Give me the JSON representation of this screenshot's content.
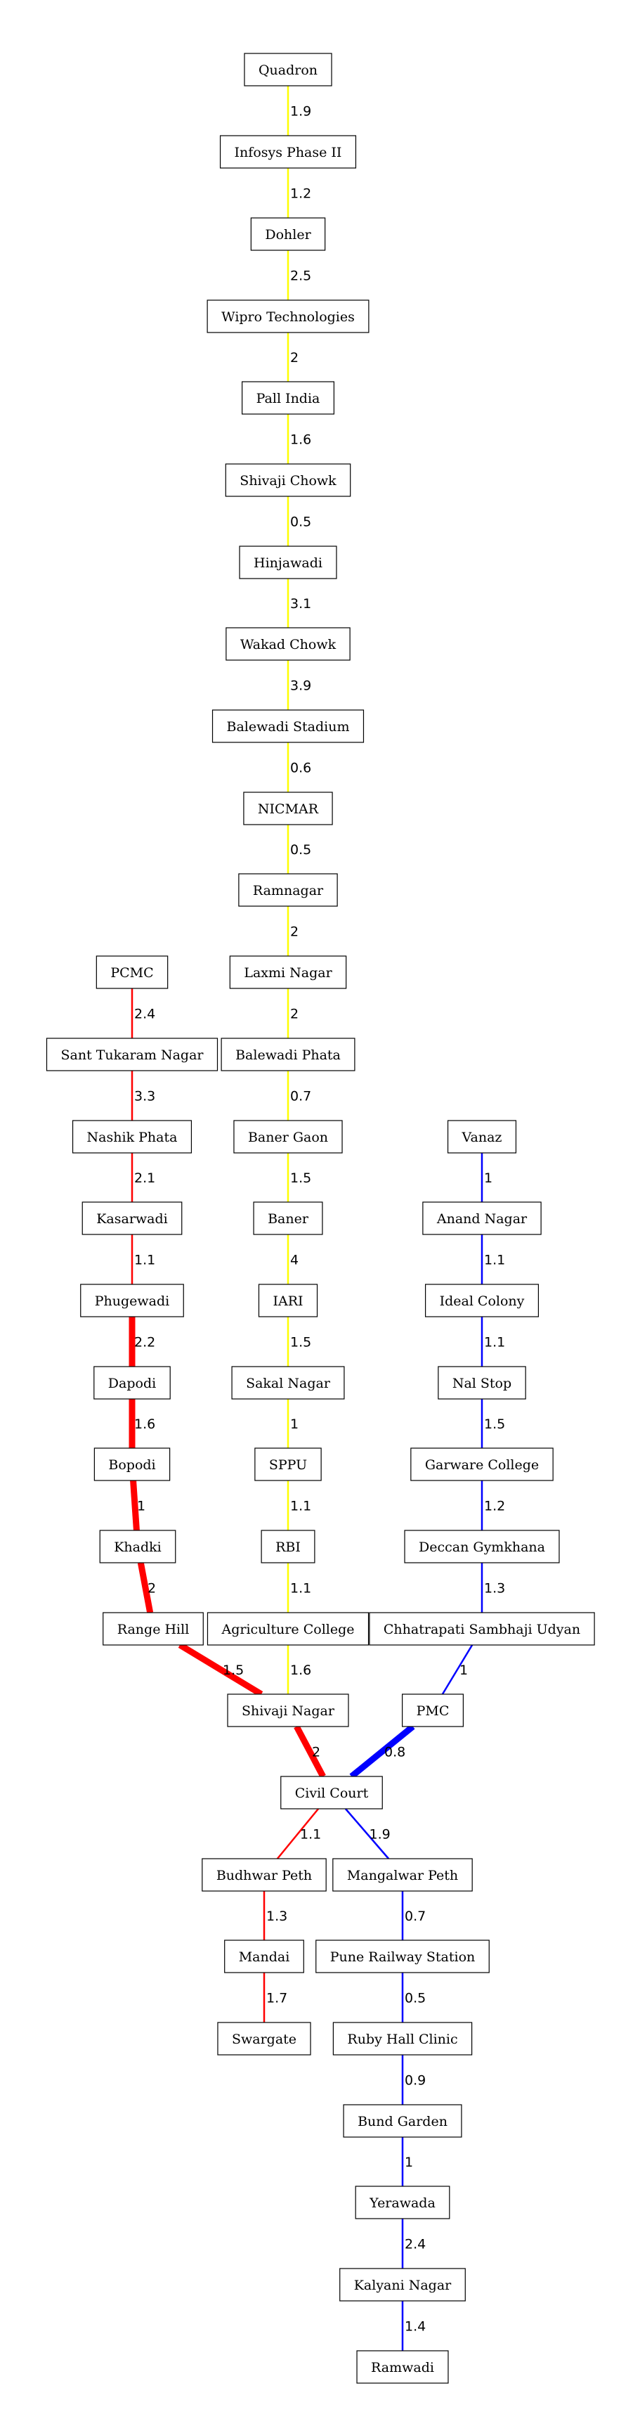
{
  "lines": [
    {
      "name": "",
      "color": "#ffff00"
    },
    {
      "name": "",
      "color": "#ff0000"
    },
    {
      "name": "",
      "color": "#0000ff"
    }
  ],
  "stations": [
    {
      "id": "quadron",
      "label": "Quadron"
    },
    {
      "id": "infosys",
      "label": "Infosys Phase II"
    },
    {
      "id": "dohler",
      "label": "Dohler"
    },
    {
      "id": "wipro",
      "label": "Wipro Technologies"
    },
    {
      "id": "pall",
      "label": "Pall India"
    },
    {
      "id": "shivajichowk",
      "label": "Shivaji Chowk"
    },
    {
      "id": "hinjawadi",
      "label": "Hinjawadi"
    },
    {
      "id": "wakad",
      "label": "Wakad Chowk"
    },
    {
      "id": "balewadistadium",
      "label": "Balewadi Stadium"
    },
    {
      "id": "nicmar",
      "label": "NICMAR"
    },
    {
      "id": "ramnagar",
      "label": "Ramnagar"
    },
    {
      "id": "laxmi",
      "label": "Laxmi Nagar"
    },
    {
      "id": "balewadiphata",
      "label": "Balewadi Phata"
    },
    {
      "id": "banergaon",
      "label": "Baner Gaon"
    },
    {
      "id": "baner",
      "label": "Baner"
    },
    {
      "id": "iari",
      "label": "IARI"
    },
    {
      "id": "sakal",
      "label": "Sakal Nagar"
    },
    {
      "id": "sppu",
      "label": "SPPU"
    },
    {
      "id": "rbi",
      "label": "RBI"
    },
    {
      "id": "agri",
      "label": "Agriculture College"
    },
    {
      "id": "shivajinagar",
      "label": "Shivaji Nagar"
    },
    {
      "id": "pcmc",
      "label": "PCMC"
    },
    {
      "id": "santtukaram",
      "label": "Sant Tukaram Nagar"
    },
    {
      "id": "nashik",
      "label": "Nashik Phata"
    },
    {
      "id": "kasarwadi",
      "label": "Kasarwadi"
    },
    {
      "id": "phugewadi",
      "label": "Phugewadi"
    },
    {
      "id": "dapodi",
      "label": "Dapodi"
    },
    {
      "id": "bopodi",
      "label": "Bopodi"
    },
    {
      "id": "khadki",
      "label": "Khadki"
    },
    {
      "id": "rangehill",
      "label": "Range Hill"
    },
    {
      "id": "vanaz",
      "label": "Vanaz"
    },
    {
      "id": "anand",
      "label": "Anand Nagar"
    },
    {
      "id": "ideal",
      "label": "Ideal Colony"
    },
    {
      "id": "nalstop",
      "label": "Nal Stop"
    },
    {
      "id": "garware",
      "label": "Garware College"
    },
    {
      "id": "deccan",
      "label": "Deccan Gymkhana"
    },
    {
      "id": "sambhaji",
      "label": "Chhatrapati Sambhaji Udyan"
    },
    {
      "id": "pmc",
      "label": "PMC"
    },
    {
      "id": "civil",
      "label": "Civil Court"
    },
    {
      "id": "budhwar",
      "label": "Budhwar Peth"
    },
    {
      "id": "mandai",
      "label": "Mandai"
    },
    {
      "id": "swargate",
      "label": "Swargate"
    },
    {
      "id": "mangalwar",
      "label": "Mangalwar Peth"
    },
    {
      "id": "railway",
      "label": "Pune Railway Station"
    },
    {
      "id": "rubyhall",
      "label": "Ruby Hall Clinic"
    },
    {
      "id": "bundgarden",
      "label": "Bund Garden"
    },
    {
      "id": "yerawada",
      "label": "Yerawada"
    },
    {
      "id": "kalyani",
      "label": "Kalyani Nagar"
    },
    {
      "id": "ramwadi",
      "label": "Ramwadi"
    }
  ],
  "edges": [
    {
      "from": "quadron",
      "to": "infosys",
      "distance": "1.9",
      "line": 0,
      "weight": "normal"
    },
    {
      "from": "infosys",
      "to": "dohler",
      "distance": "1.2",
      "line": 0,
      "weight": "normal"
    },
    {
      "from": "dohler",
      "to": "wipro",
      "distance": "2.5",
      "line": 0,
      "weight": "normal"
    },
    {
      "from": "wipro",
      "to": "pall",
      "distance": "2",
      "line": 0,
      "weight": "normal"
    },
    {
      "from": "pall",
      "to": "shivajichowk",
      "distance": "1.6",
      "line": 0,
      "weight": "normal"
    },
    {
      "from": "shivajichowk",
      "to": "hinjawadi",
      "distance": "0.5",
      "line": 0,
      "weight": "normal"
    },
    {
      "from": "hinjawadi",
      "to": "wakad",
      "distance": "3.1",
      "line": 0,
      "weight": "normal"
    },
    {
      "from": "wakad",
      "to": "balewadistadium",
      "distance": "3.9",
      "line": 0,
      "weight": "normal"
    },
    {
      "from": "balewadistadium",
      "to": "nicmar",
      "distance": "0.6",
      "line": 0,
      "weight": "normal"
    },
    {
      "from": "nicmar",
      "to": "ramnagar",
      "distance": "0.5",
      "line": 0,
      "weight": "normal"
    },
    {
      "from": "ramnagar",
      "to": "laxmi",
      "distance": "2",
      "line": 0,
      "weight": "normal"
    },
    {
      "from": "laxmi",
      "to": "balewadiphata",
      "distance": "2",
      "line": 0,
      "weight": "normal"
    },
    {
      "from": "balewadiphata",
      "to": "banergaon",
      "distance": "0.7",
      "line": 0,
      "weight": "normal"
    },
    {
      "from": "banergaon",
      "to": "baner",
      "distance": "1.5",
      "line": 0,
      "weight": "normal"
    },
    {
      "from": "baner",
      "to": "iari",
      "distance": "4",
      "line": 0,
      "weight": "normal"
    },
    {
      "from": "iari",
      "to": "sakal",
      "distance": "1.5",
      "line": 0,
      "weight": "normal"
    },
    {
      "from": "sakal",
      "to": "sppu",
      "distance": "1",
      "line": 0,
      "weight": "normal"
    },
    {
      "from": "sppu",
      "to": "rbi",
      "distance": "1.1",
      "line": 0,
      "weight": "normal"
    },
    {
      "from": "rbi",
      "to": "agri",
      "distance": "1.1",
      "line": 0,
      "weight": "normal"
    },
    {
      "from": "agri",
      "to": "shivajinagar",
      "distance": "1.6",
      "line": 0,
      "weight": "normal"
    },
    {
      "from": "pcmc",
      "to": "santtukaram",
      "distance": "2.4",
      "line": 1,
      "weight": "normal"
    },
    {
      "from": "santtukaram",
      "to": "nashik",
      "distance": "3.3",
      "line": 1,
      "weight": "normal"
    },
    {
      "from": "nashik",
      "to": "kasarwadi",
      "distance": "2.1",
      "line": 1,
      "weight": "normal"
    },
    {
      "from": "kasarwadi",
      "to": "phugewadi",
      "distance": "1.1",
      "line": 1,
      "weight": "normal"
    },
    {
      "from": "phugewadi",
      "to": "dapodi",
      "distance": "2.2",
      "line": 1,
      "weight": "bold"
    },
    {
      "from": "dapodi",
      "to": "bopodi",
      "distance": "1.6",
      "line": 1,
      "weight": "bold"
    },
    {
      "from": "bopodi",
      "to": "khadki",
      "distance": "1",
      "line": 1,
      "weight": "bold"
    },
    {
      "from": "khadki",
      "to": "rangehill",
      "distance": "2",
      "line": 1,
      "weight": "bold"
    },
    {
      "from": "rangehill",
      "to": "shivajinagar",
      "distance": "1.5",
      "line": 1,
      "weight": "bold"
    },
    {
      "from": "shivajinagar",
      "to": "civil",
      "distance": "2",
      "line": 1,
      "weight": "bold"
    },
    {
      "from": "civil",
      "to": "budhwar",
      "distance": "1.1",
      "line": 1,
      "weight": "normal"
    },
    {
      "from": "budhwar",
      "to": "mandai",
      "distance": "1.3",
      "line": 1,
      "weight": "normal"
    },
    {
      "from": "mandai",
      "to": "swargate",
      "distance": "1.7",
      "line": 1,
      "weight": "normal"
    },
    {
      "from": "vanaz",
      "to": "anand",
      "distance": "1",
      "line": 2,
      "weight": "normal"
    },
    {
      "from": "anand",
      "to": "ideal",
      "distance": "1.1",
      "line": 2,
      "weight": "normal"
    },
    {
      "from": "ideal",
      "to": "nalstop",
      "distance": "1.1",
      "line": 2,
      "weight": "normal"
    },
    {
      "from": "nalstop",
      "to": "garware",
      "distance": "1.5",
      "line": 2,
      "weight": "normal"
    },
    {
      "from": "garware",
      "to": "deccan",
      "distance": "1.2",
      "line": 2,
      "weight": "normal"
    },
    {
      "from": "deccan",
      "to": "sambhaji",
      "distance": "1.3",
      "line": 2,
      "weight": "normal"
    },
    {
      "from": "sambhaji",
      "to": "pmc",
      "distance": "1",
      "line": 2,
      "weight": "normal"
    },
    {
      "from": "pmc",
      "to": "civil",
      "distance": "0.8",
      "line": 2,
      "weight": "bold"
    },
    {
      "from": "civil",
      "to": "mangalwar",
      "distance": "1.9",
      "line": 2,
      "weight": "normal"
    },
    {
      "from": "mangalwar",
      "to": "railway",
      "distance": "0.7",
      "line": 2,
      "weight": "normal"
    },
    {
      "from": "railway",
      "to": "rubyhall",
      "distance": "0.5",
      "line": 2,
      "weight": "normal"
    },
    {
      "from": "rubyhall",
      "to": "bundgarden",
      "distance": "0.9",
      "line": 2,
      "weight": "normal"
    },
    {
      "from": "bundgarden",
      "to": "yerawada",
      "distance": "1",
      "line": 2,
      "weight": "normal"
    },
    {
      "from": "yerawada",
      "to": "kalyani",
      "distance": "2.4",
      "line": 2,
      "weight": "normal"
    },
    {
      "from": "kalyani",
      "to": "ramwadi",
      "distance": "1.4",
      "line": 2,
      "weight": "normal"
    }
  ]
}
